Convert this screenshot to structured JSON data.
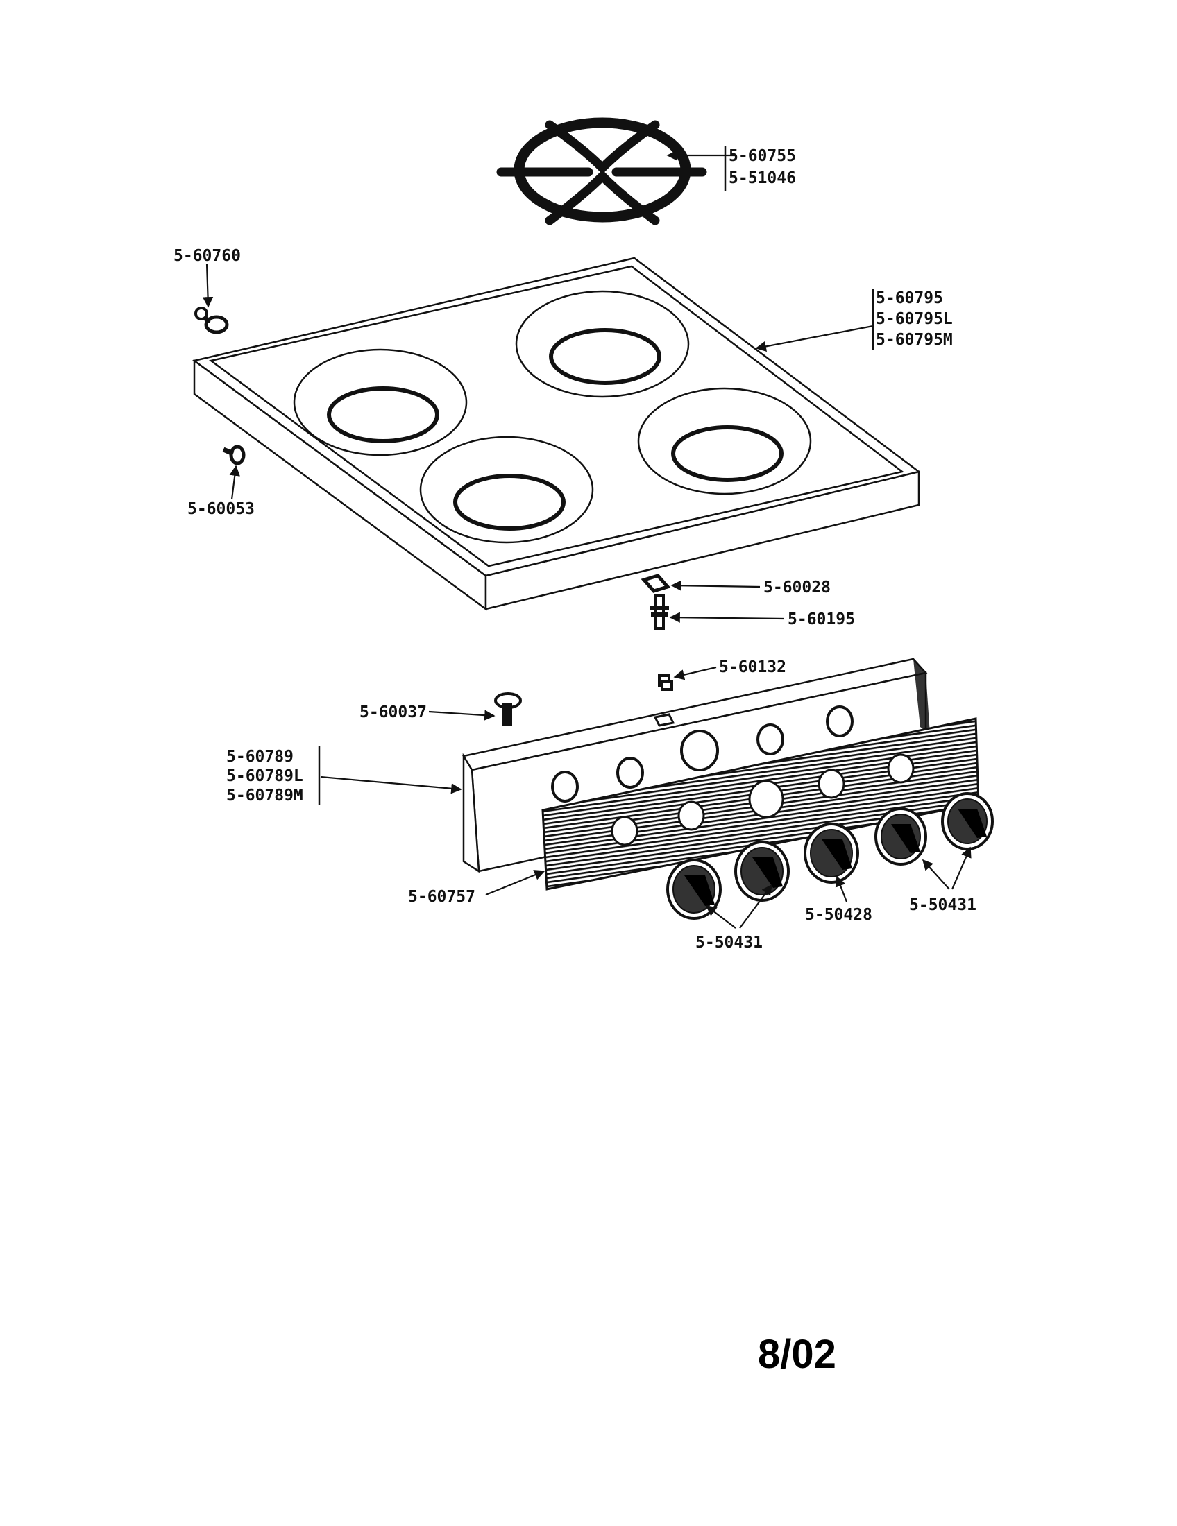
{
  "labels": {
    "grate_a": "5-60755",
    "grate_b": "5-51046",
    "screw_left_top": "5-60760",
    "screw_left_side": "5-60053",
    "cooktop_a": "5-60795",
    "cooktop_b": "5-60795L",
    "cooktop_c": "5-60795M",
    "clip": "5-60028",
    "bolt": "5-60195",
    "clip_small": "5-60132",
    "screw_panel": "5-60037",
    "panel_a": "5-60789",
    "panel_b": "5-60789L",
    "panel_c": "5-60789M",
    "trim": "5-60757",
    "knob_left": "5-50431",
    "knob_center": "5-50428",
    "knob_right": "5-50431"
  },
  "footer": {
    "date": "8/02"
  },
  "colors": {
    "ink": "#111111",
    "paper": "#ffffff"
  }
}
